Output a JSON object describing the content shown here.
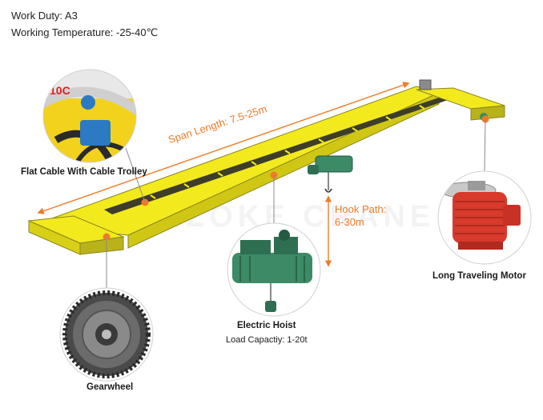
{
  "specs": {
    "work_duty": "Work Duty: A3",
    "working_temperature": "Working Temperature: -25-40℃"
  },
  "dimensions": {
    "span_length": "Span Length: 7.5-25m",
    "hook_path_line1": "Hook Path:",
    "hook_path_line2": "6-30m"
  },
  "components": {
    "flat_cable": "Flat Cable With Cable Trolley",
    "long_motor": "Long Traveling Motor",
    "electric_hoist": "Electric Hoist",
    "load_capacity": "Load Capactiy: 1-20t",
    "gearwheel": "Gearwheel"
  },
  "colors": {
    "crane_yellow": "#f2ea1c",
    "accent_orange": "#f07a28",
    "hoist_green": "#3c8a66",
    "motor_red": "#d83a2c"
  }
}
